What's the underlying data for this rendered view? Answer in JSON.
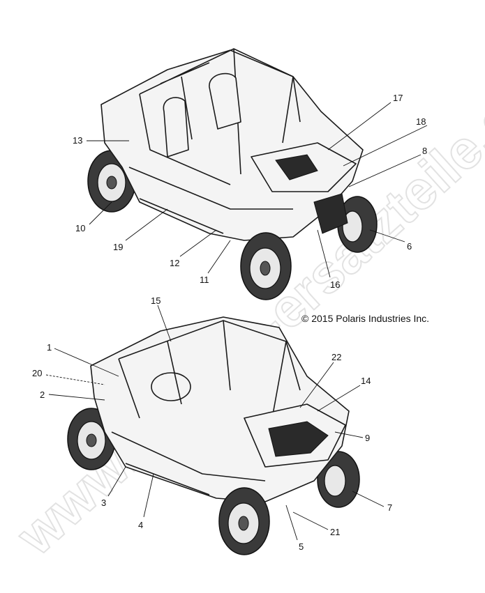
{
  "copyright": "© 2015 Polaris Industries Inc.",
  "watermark": "www.polaris-ersatzteile.de",
  "callouts_top": [
    "17",
    "18",
    "8",
    "13",
    "10",
    "19",
    "12",
    "11",
    "16",
    "6"
  ],
  "callouts_bottom": [
    "15",
    "1",
    "20",
    "2",
    "22",
    "14",
    "9",
    "3",
    "4",
    "5",
    "21",
    "7"
  ]
}
